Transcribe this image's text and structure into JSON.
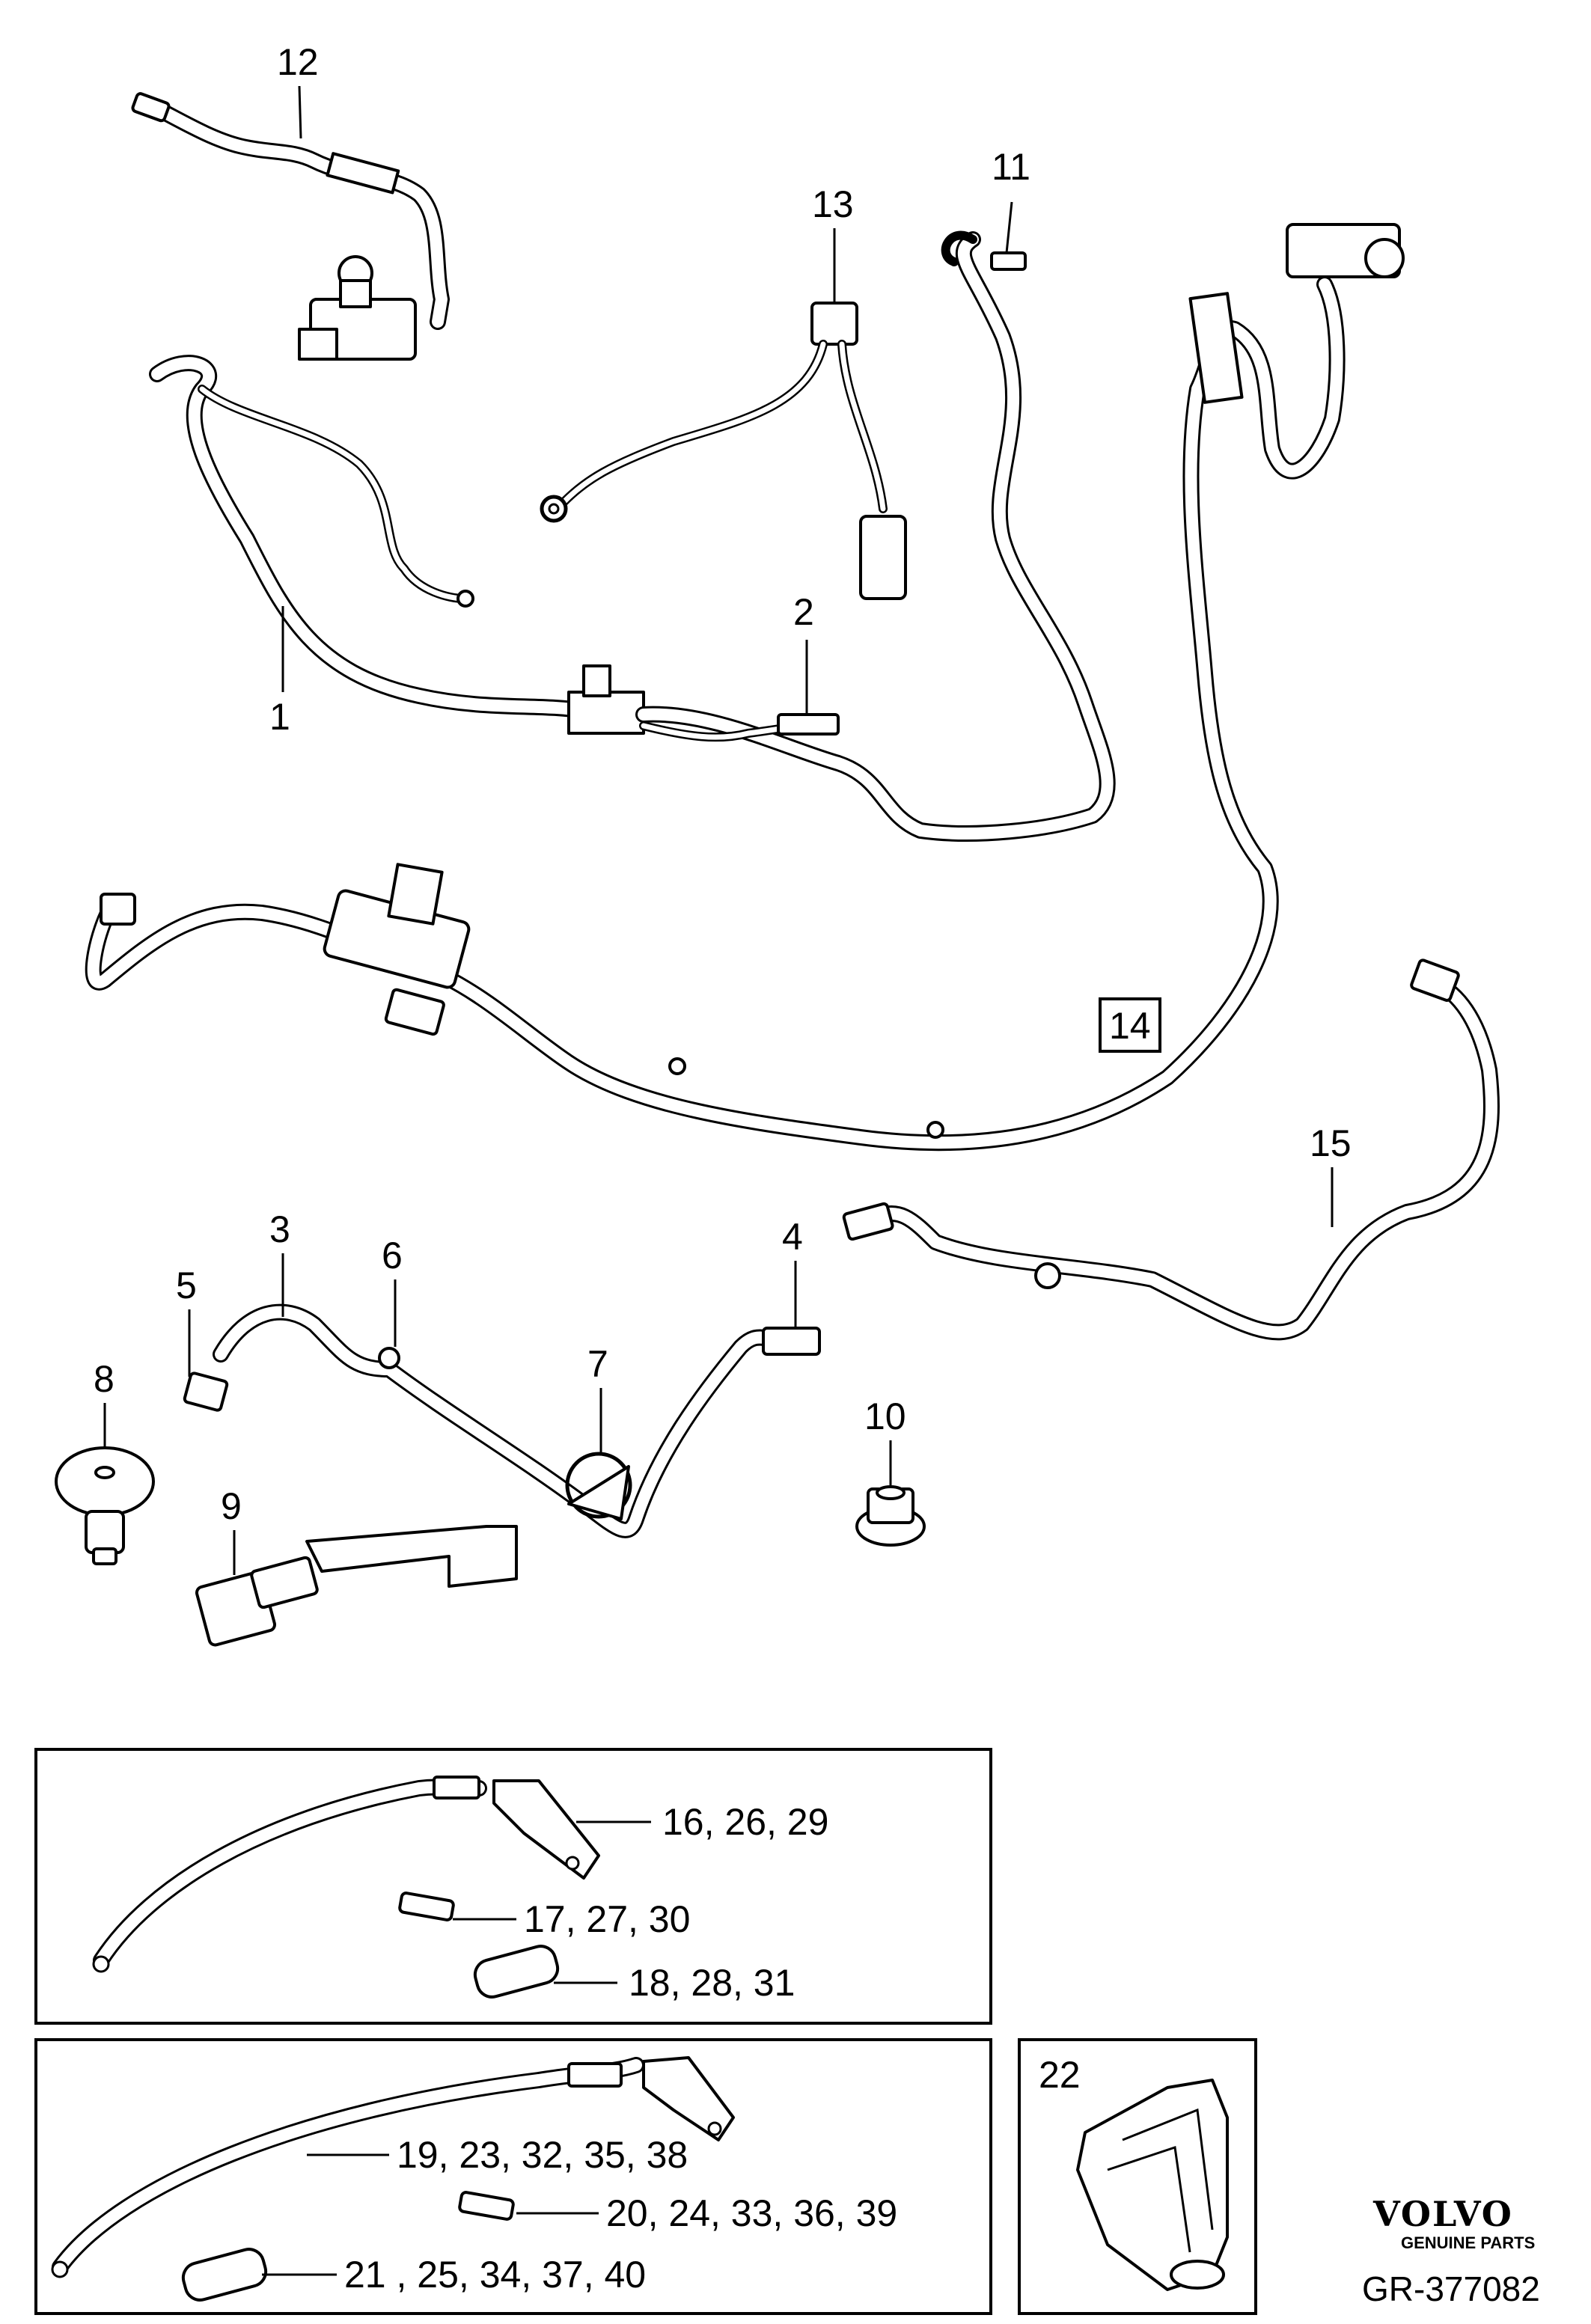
{
  "callouts": {
    "c1": "1",
    "c2": "2",
    "c3": "3",
    "c4": "4",
    "c5": "5",
    "c6": "6",
    "c7": "7",
    "c8": "8",
    "c9": "9",
    "c10": "10",
    "c11": "11",
    "c12": "12",
    "c13": "13",
    "c14": "14",
    "c15": "15",
    "c22": "22"
  },
  "inset_top": {
    "cable": "16, 26, 29",
    "fuse": "17, 27, 30",
    "sleeve": "18, 28, 31"
  },
  "inset_bottom": {
    "cable": "19, 23, 32, 35, 38",
    "fuse": "20, 24, 33, 36, 39",
    "sleeve": "21 , 25, 34, 37, 40"
  },
  "brand": {
    "name": "VOLVO",
    "tagline": "GENUINE PARTS",
    "code": "GR-377082"
  },
  "icons": [
    "battery-cable-icon",
    "fuse-icon",
    "sleeve-icon",
    "clip-icon",
    "nut-icon",
    "connector-icon"
  ]
}
